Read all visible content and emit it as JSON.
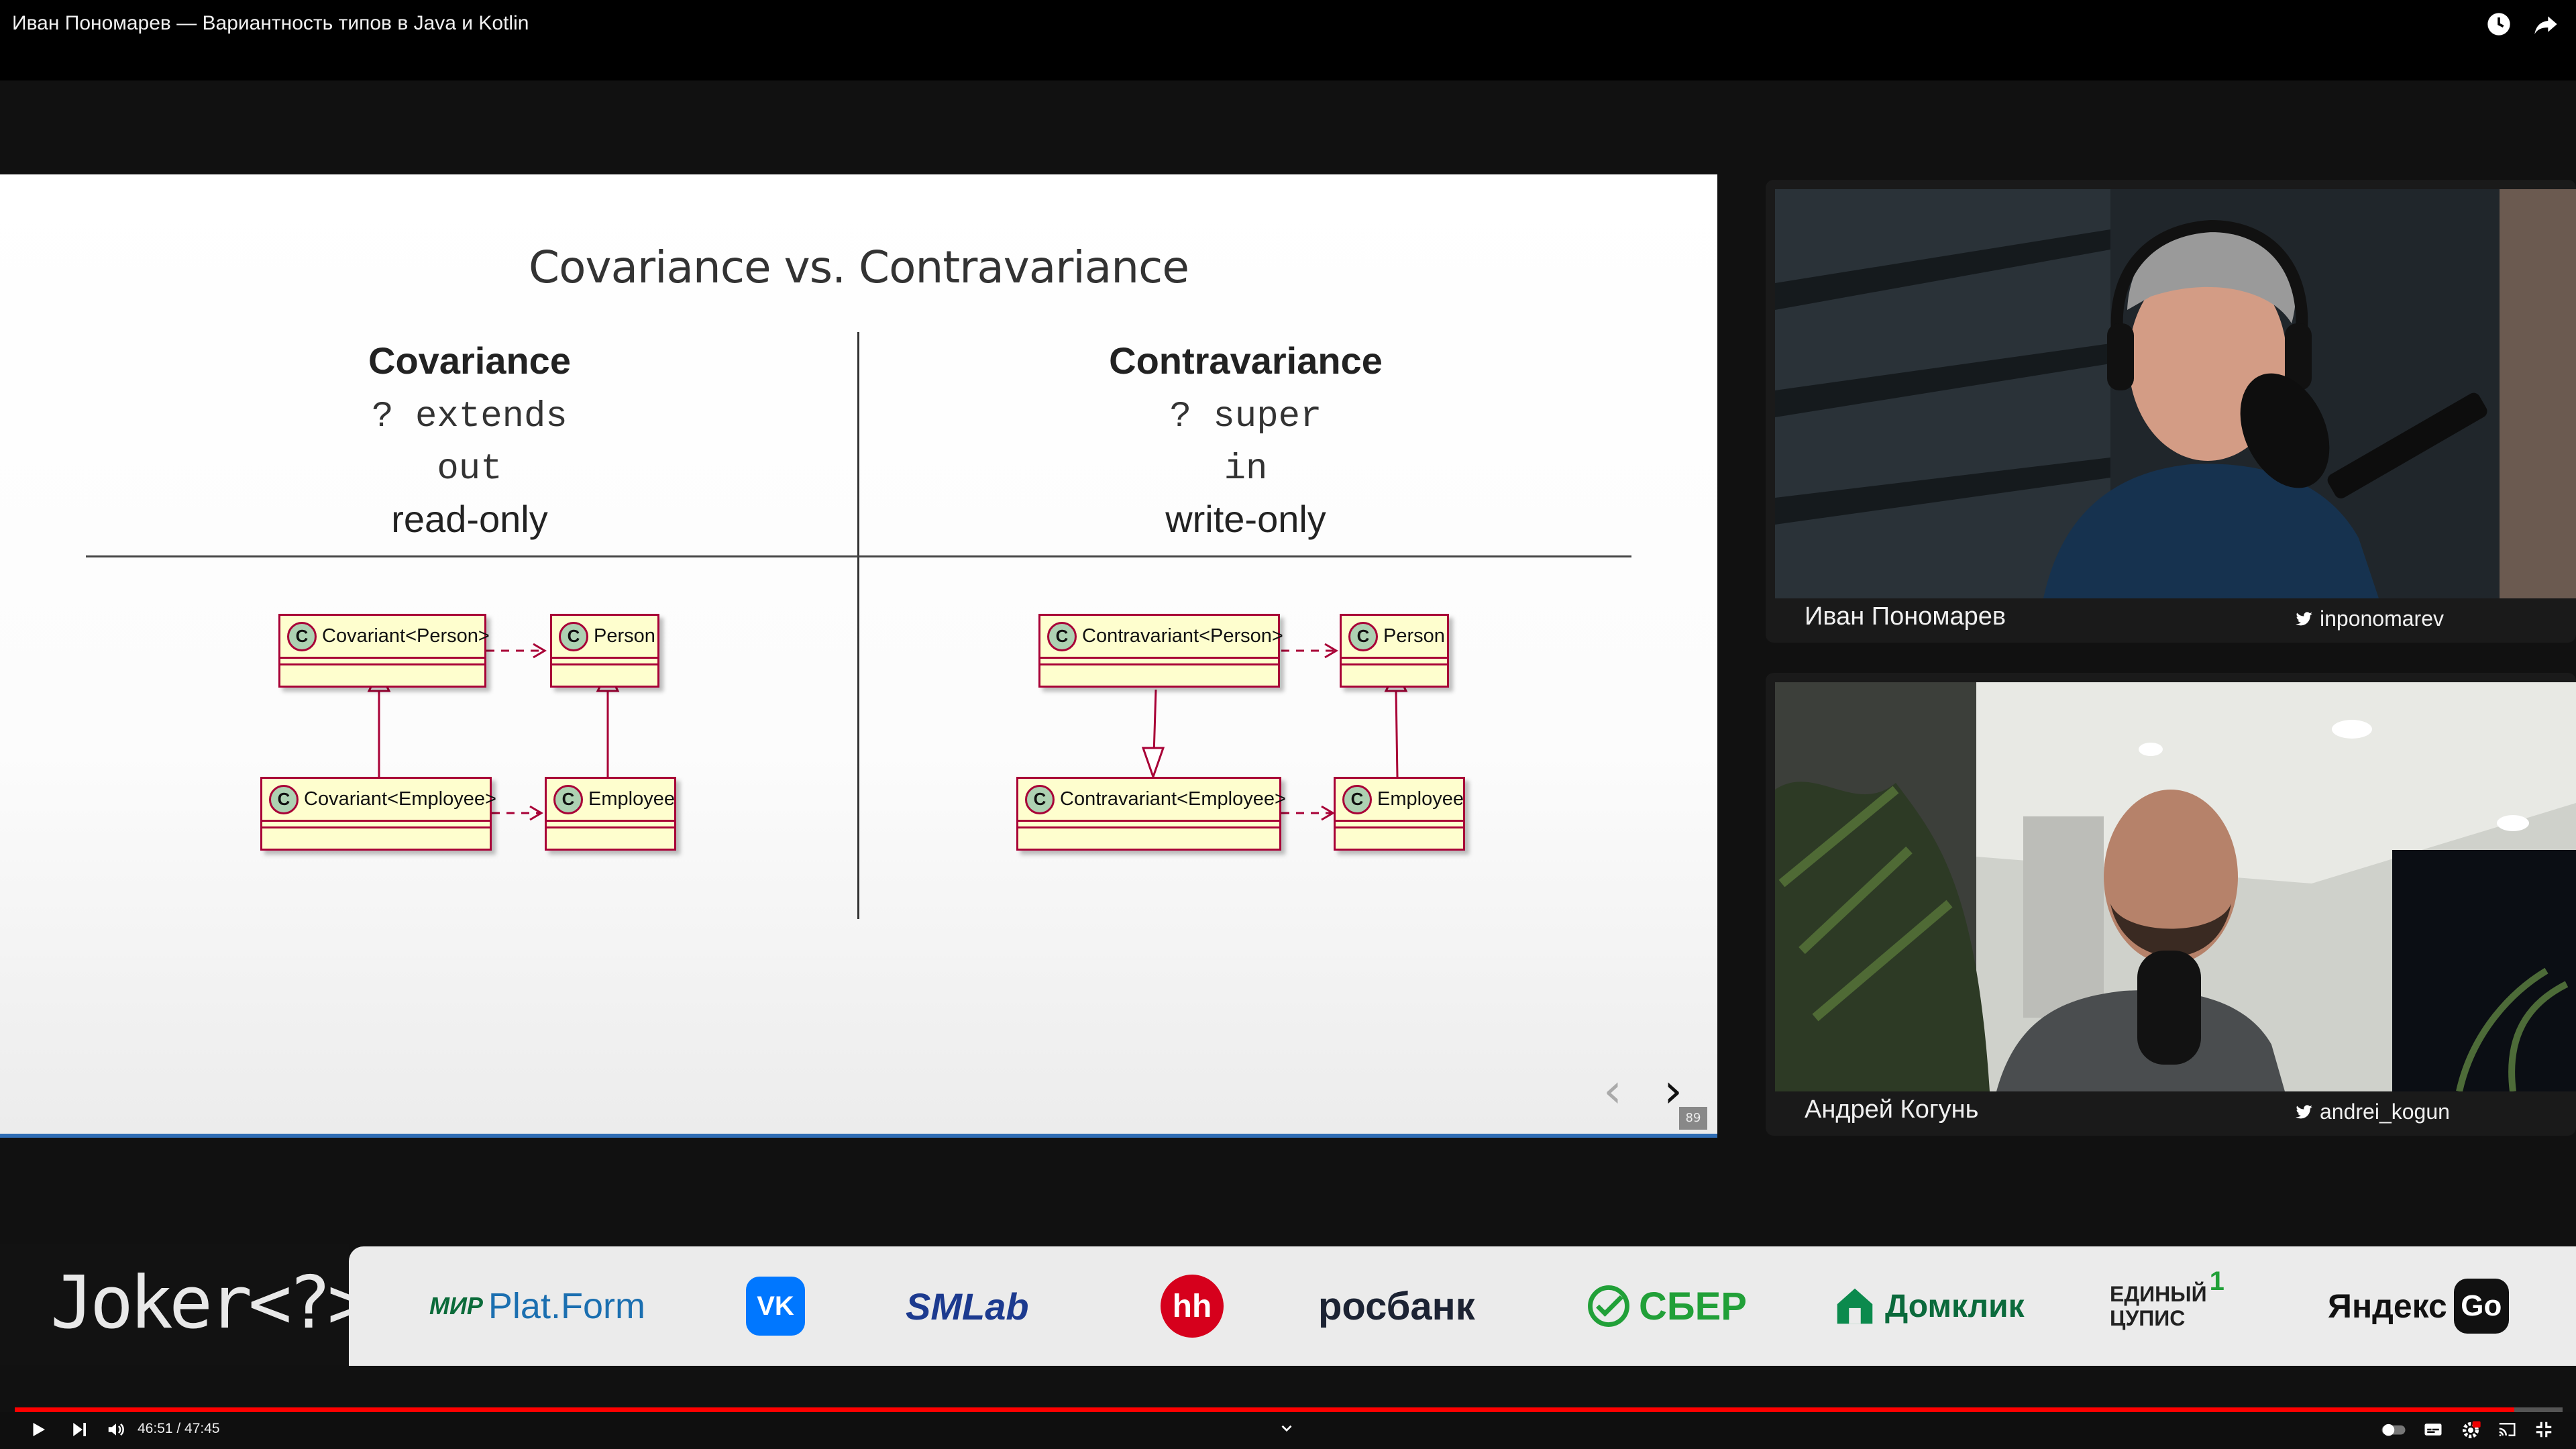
{
  "window": {
    "title": "Иван Пономарев — Вариантность типов в Java и Kotlin"
  },
  "slide": {
    "title": "Covariance vs. Contravariance",
    "left": {
      "heading": "Covariance",
      "wildcard": "? extends",
      "keyword": "out",
      "mode": "read-only"
    },
    "right": {
      "heading": "Contravariance",
      "wildcard": "? super",
      "keyword": "in",
      "mode": "write-only"
    },
    "diagram": {
      "stereotype": "C",
      "covariant_person": "Covariant<Person>",
      "person": "Person",
      "covariant_employee": "Covariant<Employee>",
      "employee": "Employee",
      "contravariant_person": "Contravariant<Person>",
      "contravariant_employee": "Contravariant<Employee>"
    },
    "page_number": "89"
  },
  "speakers": [
    {
      "name": "Иван Пономарев",
      "handle": "inponomarev"
    },
    {
      "name": "Андрей Когунь",
      "handle": "andrei_kogun"
    }
  ],
  "branding": {
    "logo": "Joker<?>"
  },
  "sponsors": {
    "mir_prefix": "МИР",
    "platform": "Plat.Form",
    "vk": "VK",
    "smlab": "SMLab",
    "hh": "hh",
    "rosbank": "росбанк",
    "sber": "СБЕР",
    "domclick": "Домклик",
    "cupis_line1": "ЕДИНЫЙ",
    "cupis_line2": "ЦУПИС",
    "cupis_sup": "1",
    "yandex": "Яндекс",
    "yandex_go": "Go"
  },
  "player": {
    "current_time": "46:51",
    "duration": "47:45",
    "time_display": "46:51 / 47:45",
    "progress": 0.981
  },
  "colors": {
    "progress": "#ff0000",
    "slide_accent": "#2f6db5",
    "uml_border": "#a80036",
    "uml_fill": "#fefece"
  }
}
